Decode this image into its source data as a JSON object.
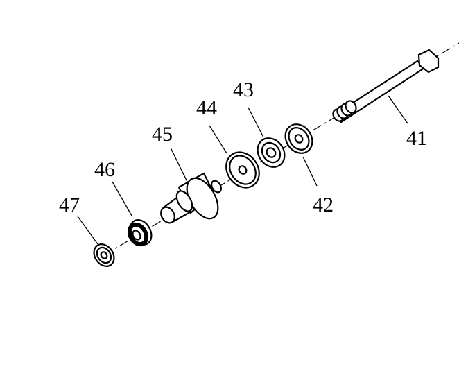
{
  "callouts": {
    "p41": "41",
    "p42": "42",
    "p43": "43",
    "p44": "44",
    "p45": "45",
    "p46": "46",
    "p47": "47"
  }
}
